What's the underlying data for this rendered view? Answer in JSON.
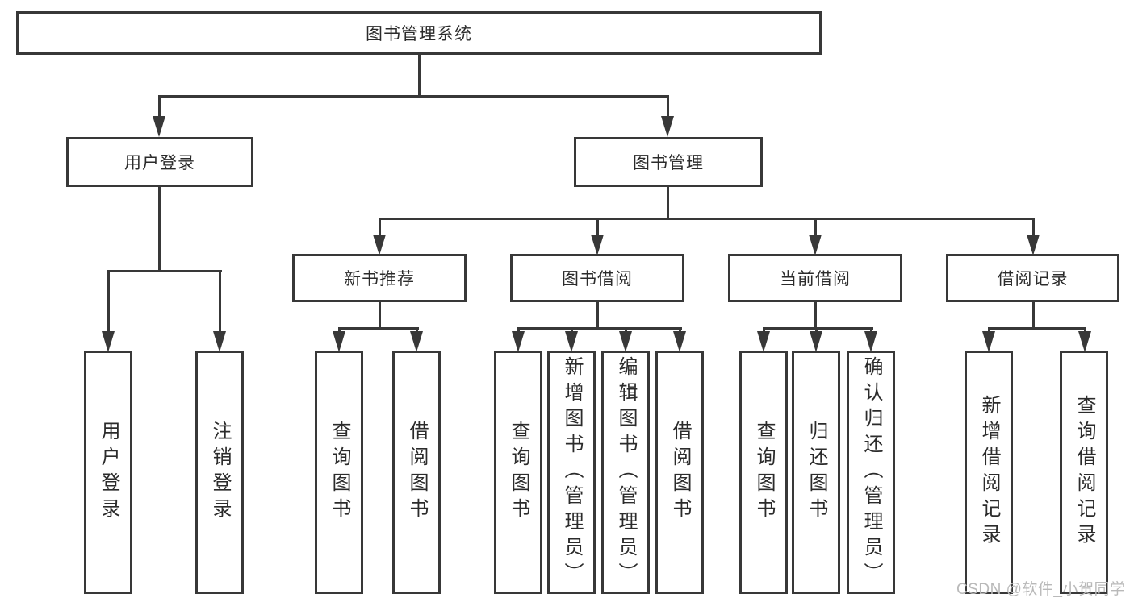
{
  "diagram": {
    "root": {
      "label": "图书管理系统"
    },
    "branches": [
      {
        "label": "用户登录",
        "children": [
          {
            "label": "用户登录"
          },
          {
            "label": "注销登录"
          }
        ]
      },
      {
        "label": "图书管理",
        "children": [
          {
            "label": "新书推荐",
            "children": [
              {
                "label": "查询图书"
              },
              {
                "label": "借阅图书"
              }
            ]
          },
          {
            "label": "图书借阅",
            "children": [
              {
                "label": "查询图书"
              },
              {
                "label": "新增图书（管理员）"
              },
              {
                "label": "编辑图书（管理员）"
              },
              {
                "label": "借阅图书"
              }
            ]
          },
          {
            "label": "当前借阅",
            "children": [
              {
                "label": "查询图书"
              },
              {
                "label": "归还图书"
              },
              {
                "label": "确认归还（管理员）"
              }
            ]
          },
          {
            "label": "借阅记录",
            "children": [
              {
                "label": "新增借阅记录"
              },
              {
                "label": "查询借阅记录"
              }
            ]
          }
        ]
      }
    ]
  },
  "watermark": {
    "text": "CSDN @软件_小贺同学"
  },
  "colors": {
    "line": "#383838",
    "text": "#2b2b2b",
    "watermark": "#b9b9b9",
    "background": "#ffffff"
  }
}
